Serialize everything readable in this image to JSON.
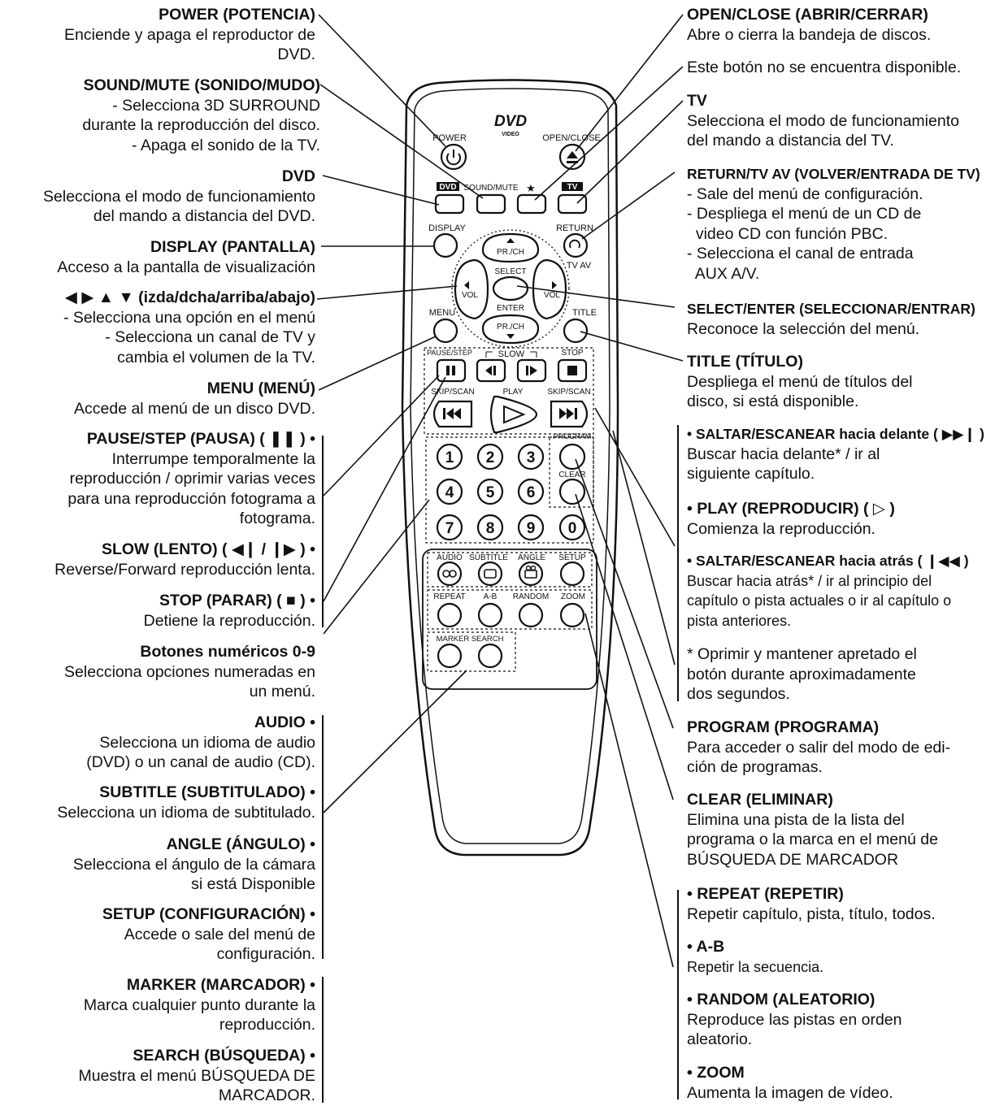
{
  "left": [
    {
      "title": "POWER (POTENCIA)",
      "desc": [
        "Enciende y apaga el reproductor de",
        "DVD."
      ]
    },
    {
      "title": "SOUND/MUTE (SONIDO/MUDO)",
      "desc": [
        "- Selecciona 3D SURROUND",
        "durante la reproducción del disco.",
        "- Apaga el sonido de la TV."
      ]
    },
    {
      "title": "DVD",
      "desc": [
        "Selecciona el modo de funcionamiento",
        "del mando a distancia del DVD."
      ]
    },
    {
      "title": "DISPLAY (PANTALLA)",
      "desc": [
        "Acceso a la pantalla de visualización"
      ]
    },
    {
      "title": "◀ ▶ ▲ ▼ (izda/dcha/arriba/abajo)",
      "desc": [
        "- Selecciona una opción en el menú",
        "- Selecciona un canal de TV y",
        "cambia el volumen de la TV."
      ]
    },
    {
      "title": "MENU (MENÚ)",
      "desc": [
        "Accede al menú de un disco DVD."
      ]
    },
    {
      "title": "PAUSE/STEP (PAUSA) ( ❚❚ ) •",
      "desc": [
        "Interrumpe temporalmente la",
        "reproducción / oprimir varias veces",
        "para una reproducción fotograma a",
        "fotograma."
      ]
    },
    {
      "title": "SLOW (LENTO) ( ◀❙ / ❙▶ ) •",
      "desc": [
        "Reverse/Forward reproducción lenta."
      ]
    },
    {
      "title": "STOP (PARAR) ( ■ ) •",
      "desc": [
        "Detiene la reproducción."
      ]
    },
    {
      "title": "Botones numéricos 0-9",
      "desc": [
        "Selecciona opciones numeradas en",
        "un menú."
      ]
    },
    {
      "title": "AUDIO •",
      "desc": [
        "Selecciona un idioma de audio",
        "(DVD) o un canal de audio (CD)."
      ]
    },
    {
      "title": "SUBTITLE (SUBTITULADO) •",
      "desc": [
        "Selecciona un idioma de subtitulado."
      ]
    },
    {
      "title": "ANGLE (ÁNGULO) •",
      "desc": [
        "Selecciona el ángulo de la cámara",
        "si está Disponible"
      ]
    },
    {
      "title": "SETUP (CONFIGURACIÓN) •",
      "desc": [
        "Accede o sale del menú de",
        "configuración."
      ]
    },
    {
      "title": "MARKER (MARCADOR) •",
      "desc": [
        "Marca cualquier punto durante la",
        "reproducción."
      ]
    },
    {
      "title": "SEARCH (BÚSQUEDA) •",
      "desc": [
        "Muestra el menú BÚSQUEDA DE",
        "MARCADOR."
      ]
    }
  ],
  "right": [
    {
      "title": "OPEN/CLOSE (ABRIR/CERRAR)",
      "desc": [
        "Abre o cierra la bandeja de discos."
      ]
    },
    {
      "title": "",
      "desc": [
        "Este botón no se encuentra disponible."
      ]
    },
    {
      "title": "TV",
      "desc": [
        "Selecciona el modo de funcionamiento",
        "del mando a distancia  del TV."
      ]
    },
    {
      "title": "RETURN/TV AV (VOLVER/ENTRADA DE TV)",
      "desc": [
        "- Sale del menú de configuración.",
        "- Despliega el menú de un CD de",
        "  video CD con función PBC.",
        "- Selecciona el canal de entrada",
        "  AUX A/V."
      ]
    },
    {
      "title": "SELECT/ENTER (SELECCIONAR/ENTRAR)",
      "desc": [
        "Reconoce la selección del menú."
      ]
    },
    {
      "title": "TITLE (TÍTULO)",
      "desc": [
        "Despliega el menú de títulos del",
        "disco, si está disponible."
      ]
    },
    {
      "title": "• SALTAR/ESCANEAR hacia delante ( ▶▶❙ )",
      "desc": [
        "Buscar hacia delante* / ir al",
        "siguiente capítulo."
      ]
    },
    {
      "title": "• PLAY (REPRODUCIR) ( ▷ )",
      "desc": [
        "Comienza la reproducción."
      ]
    },
    {
      "title": "• SALTAR/ESCANEAR hacia atrás ( ❙◀◀ )",
      "desc": [
        "Buscar hacia atrás* / ir al principio del",
        "capítulo o pista actuales o ir al capítulo o",
        "pista anteriores."
      ]
    },
    {
      "title": "",
      "desc": [
        "* Oprimir y mantener apretado el",
        "botón durante aproximadamente",
        "dos segundos."
      ]
    },
    {
      "title": "PROGRAM (PROGRAMA)",
      "desc": [
        "Para acceder o salir del modo de edi-",
        "ción de programas."
      ]
    },
    {
      "title": "CLEAR (ELIMINAR)",
      "desc": [
        "Elimina una pista de la lista del",
        "programa o la marca en el menú de",
        "BÚSQUEDA DE MARCADOR"
      ]
    },
    {
      "title": "• REPEAT (REPETIR)",
      "desc": [
        "Repetir capítulo, pista, título, todos."
      ]
    },
    {
      "title": "• A-B",
      "desc": [
        "Repetir la secuencia."
      ]
    },
    {
      "title": "• RANDOM (ALEATORIO)",
      "desc": [
        "Reproduce las pistas en orden",
        "aleatorio."
      ]
    },
    {
      "title": "• ZOOM",
      "desc": [
        "Aumenta la imagen de vídeo."
      ]
    }
  ],
  "remote": {
    "logo_top": "DVD",
    "logo_bottom": "VIDEO",
    "power": "POWER",
    "open_close": "OPEN/CLOSE",
    "dvd": "DVD",
    "sound_mute": "SOUND/MUTE",
    "star": "★",
    "tv": "TV",
    "display": "DISPLAY",
    "return": "RETURN",
    "tv_av": "TV AV",
    "prch_up": "PR./CH",
    "prch_down": "PR./CH",
    "vol_left": "VOL",
    "vol_right": "VOL",
    "select": "SELECT",
    "enter": "ENTER",
    "menu": "MENU",
    "title": "TITLE",
    "pause_step": "PAUSE/STEP",
    "slow": "SLOW",
    "stop": "STOP",
    "skip_scan_left": "SKIP/SCAN",
    "play": "PLAY",
    "skip_scan_right": "SKIP/SCAN",
    "program": "PROGRAM",
    "clear": "CLEAR",
    "digits": [
      "1",
      "2",
      "3",
      "4",
      "5",
      "6",
      "7",
      "8",
      "9",
      "0"
    ],
    "audio": "AUDIO",
    "subtitle": "SUBTITLE",
    "angle": "ANGLE",
    "setup": "SETUP",
    "repeat": "REPEAT",
    "ab": "A-B",
    "random": "RANDOM",
    "zoom": "ZOOM",
    "marker_search": "MARKER  SEARCH"
  }
}
